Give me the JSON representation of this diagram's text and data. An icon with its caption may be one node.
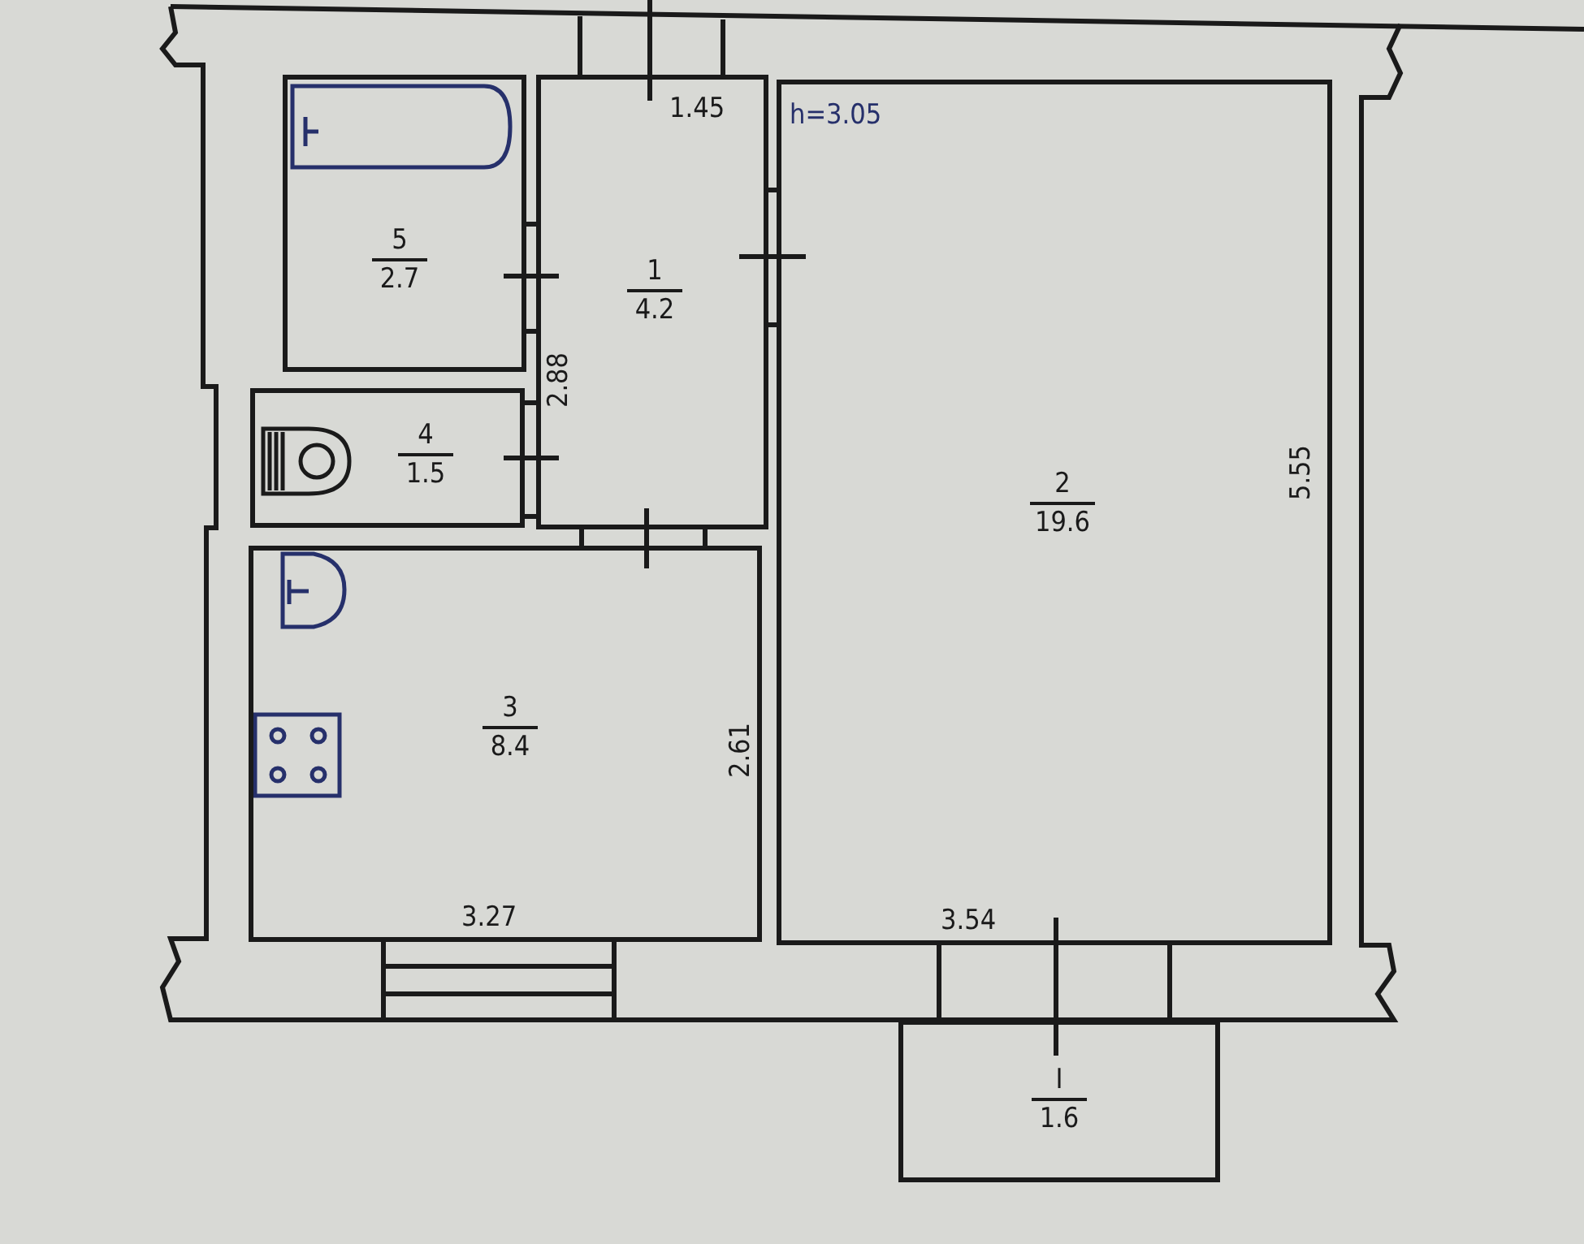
{
  "diagram": {
    "nodes": [
      {
        "text": [
          "5",
          "2.7"
        ]
      },
      {
        "text": [
          "1",
          "4.2"
        ]
      },
      {
        "text": [
          "2",
          "19.6"
        ]
      },
      {
        "text": [
          "4",
          "1.5"
        ]
      },
      {
        "text": [
          "3",
          "8.4"
        ]
      },
      {
        "text": [
          "I",
          "1.6"
        ]
      }
    ],
    "labels": [
      "1.45",
      "h=3.05",
      "2.88",
      "5.55",
      "2.61",
      "3.27",
      "3.54"
    ]
  }
}
